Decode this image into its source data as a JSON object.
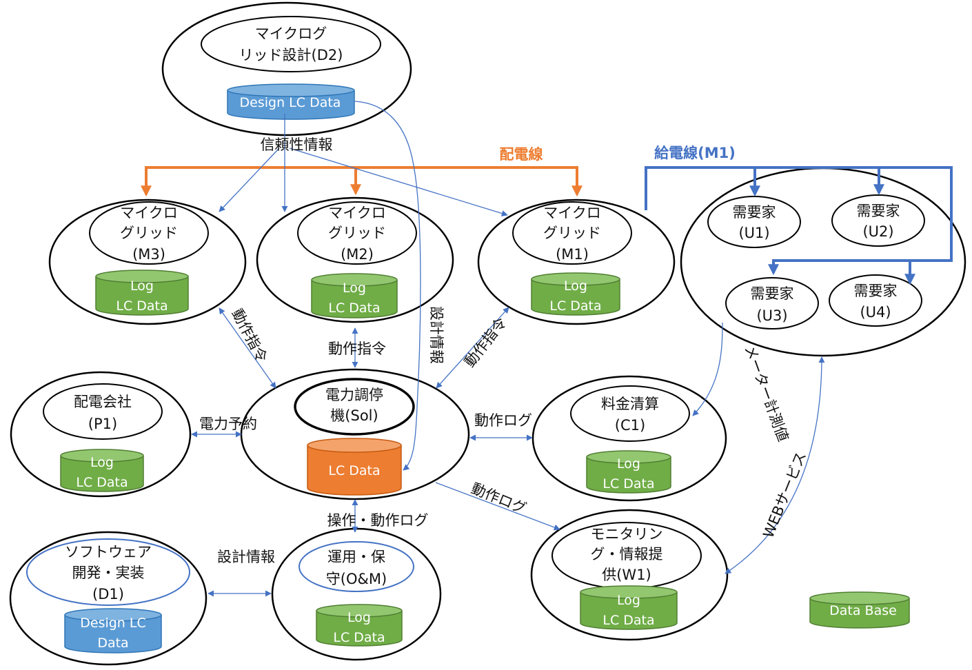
{
  "colors": {
    "blue_db": "#5B9BD5",
    "green_db": "#70AD47",
    "orange_db": "#ED7D31",
    "feeder_line": "#4472C4",
    "distribution_line": "#ED7D31",
    "thin_arrow": "#4472C4"
  },
  "nodes": {
    "d2": {
      "name": "マイクログリッド設計(D2)",
      "line1": "マイクログ",
      "line2": "リッド設計(D2)",
      "db_label": "Design LC Data"
    },
    "m3": {
      "line1": "マイクロ",
      "line2": "グリッド",
      "line3": "(M3)",
      "db_line1": "Log",
      "db_line2": "LC Data"
    },
    "m2": {
      "line1": "マイクロ",
      "line2": "グリッド",
      "line3": "(M2)",
      "db_line1": "Log",
      "db_line2": "LC Data"
    },
    "m1": {
      "line1": "マイクロ",
      "line2": "グリッド",
      "line3": "(M1)",
      "db_line1": "Log",
      "db_line2": "LC Data"
    },
    "users": {
      "u1": {
        "line1": "需要家",
        "line2": "(U1)"
      },
      "u2": {
        "line1": "需要家",
        "line2": "(U2)"
      },
      "u3": {
        "line1": "需要家",
        "line2": "(U3)"
      },
      "u4": {
        "line1": "需要家",
        "line2": "(U4)"
      }
    },
    "p1": {
      "line1": "配電会社",
      "line2": "(P1)",
      "db_line1": "Log",
      "db_line2": "LC Data"
    },
    "sol": {
      "line1": "電力調停",
      "line2": "機(Sol)",
      "db_label": "LC Data"
    },
    "c1": {
      "line1": "料金清算",
      "line2": "(C1)",
      "db_line1": "Log",
      "db_line2": "LC Data"
    },
    "d1": {
      "line1": "ソフトウェア",
      "line2": "開発・実装",
      "line3": "(D1)",
      "db_line1": "Design LC",
      "db_line2": "Data"
    },
    "om": {
      "line1": "運用・保",
      "line2": "守(O&M)",
      "db_line1": "Log",
      "db_line2": "LC Data"
    },
    "w1": {
      "line1": "モニタリン",
      "line2": "グ・情報提",
      "line3": "供(W1)",
      "db_line1": "Log",
      "db_line2": "LC Data"
    }
  },
  "legend": {
    "db_label": "Data Base"
  },
  "edges": {
    "reliability_info": "信頼性情報",
    "distribution_line": "配電線",
    "feeder_line": "給電線(M1)",
    "op_cmd_m3": "動作指令",
    "op_cmd_m2": "動作指令",
    "op_cmd_m1": "動作指令",
    "design_info_d2": "設計情報",
    "meter_value": "メーター計測値",
    "power_reservation": "電力予約",
    "op_log_c1": "動作ログ",
    "op_log_w1": "動作ログ",
    "operation_log": "操作・動作ログ",
    "design_info_d1": "設計情報",
    "web_service": "WEBサービス"
  }
}
